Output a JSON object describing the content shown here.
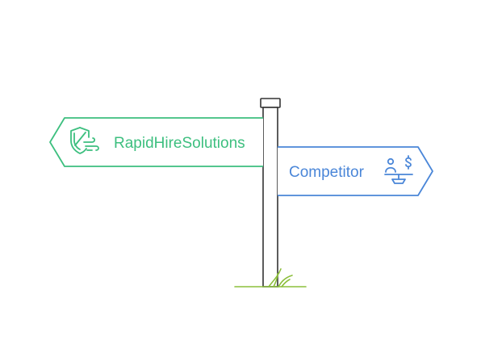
{
  "signs": [
    {
      "label": "RapidHireSolutions",
      "direction": "left",
      "color": "#3dbf7f",
      "icon": "shield-wind-icon"
    },
    {
      "label": "Competitor",
      "direction": "right",
      "color": "#4a86d8",
      "icon": "person-scale-dollar-icon"
    }
  ],
  "colors": {
    "post_stroke": "#333333",
    "grass": "#8cbf3c",
    "background": "#ffffff"
  }
}
